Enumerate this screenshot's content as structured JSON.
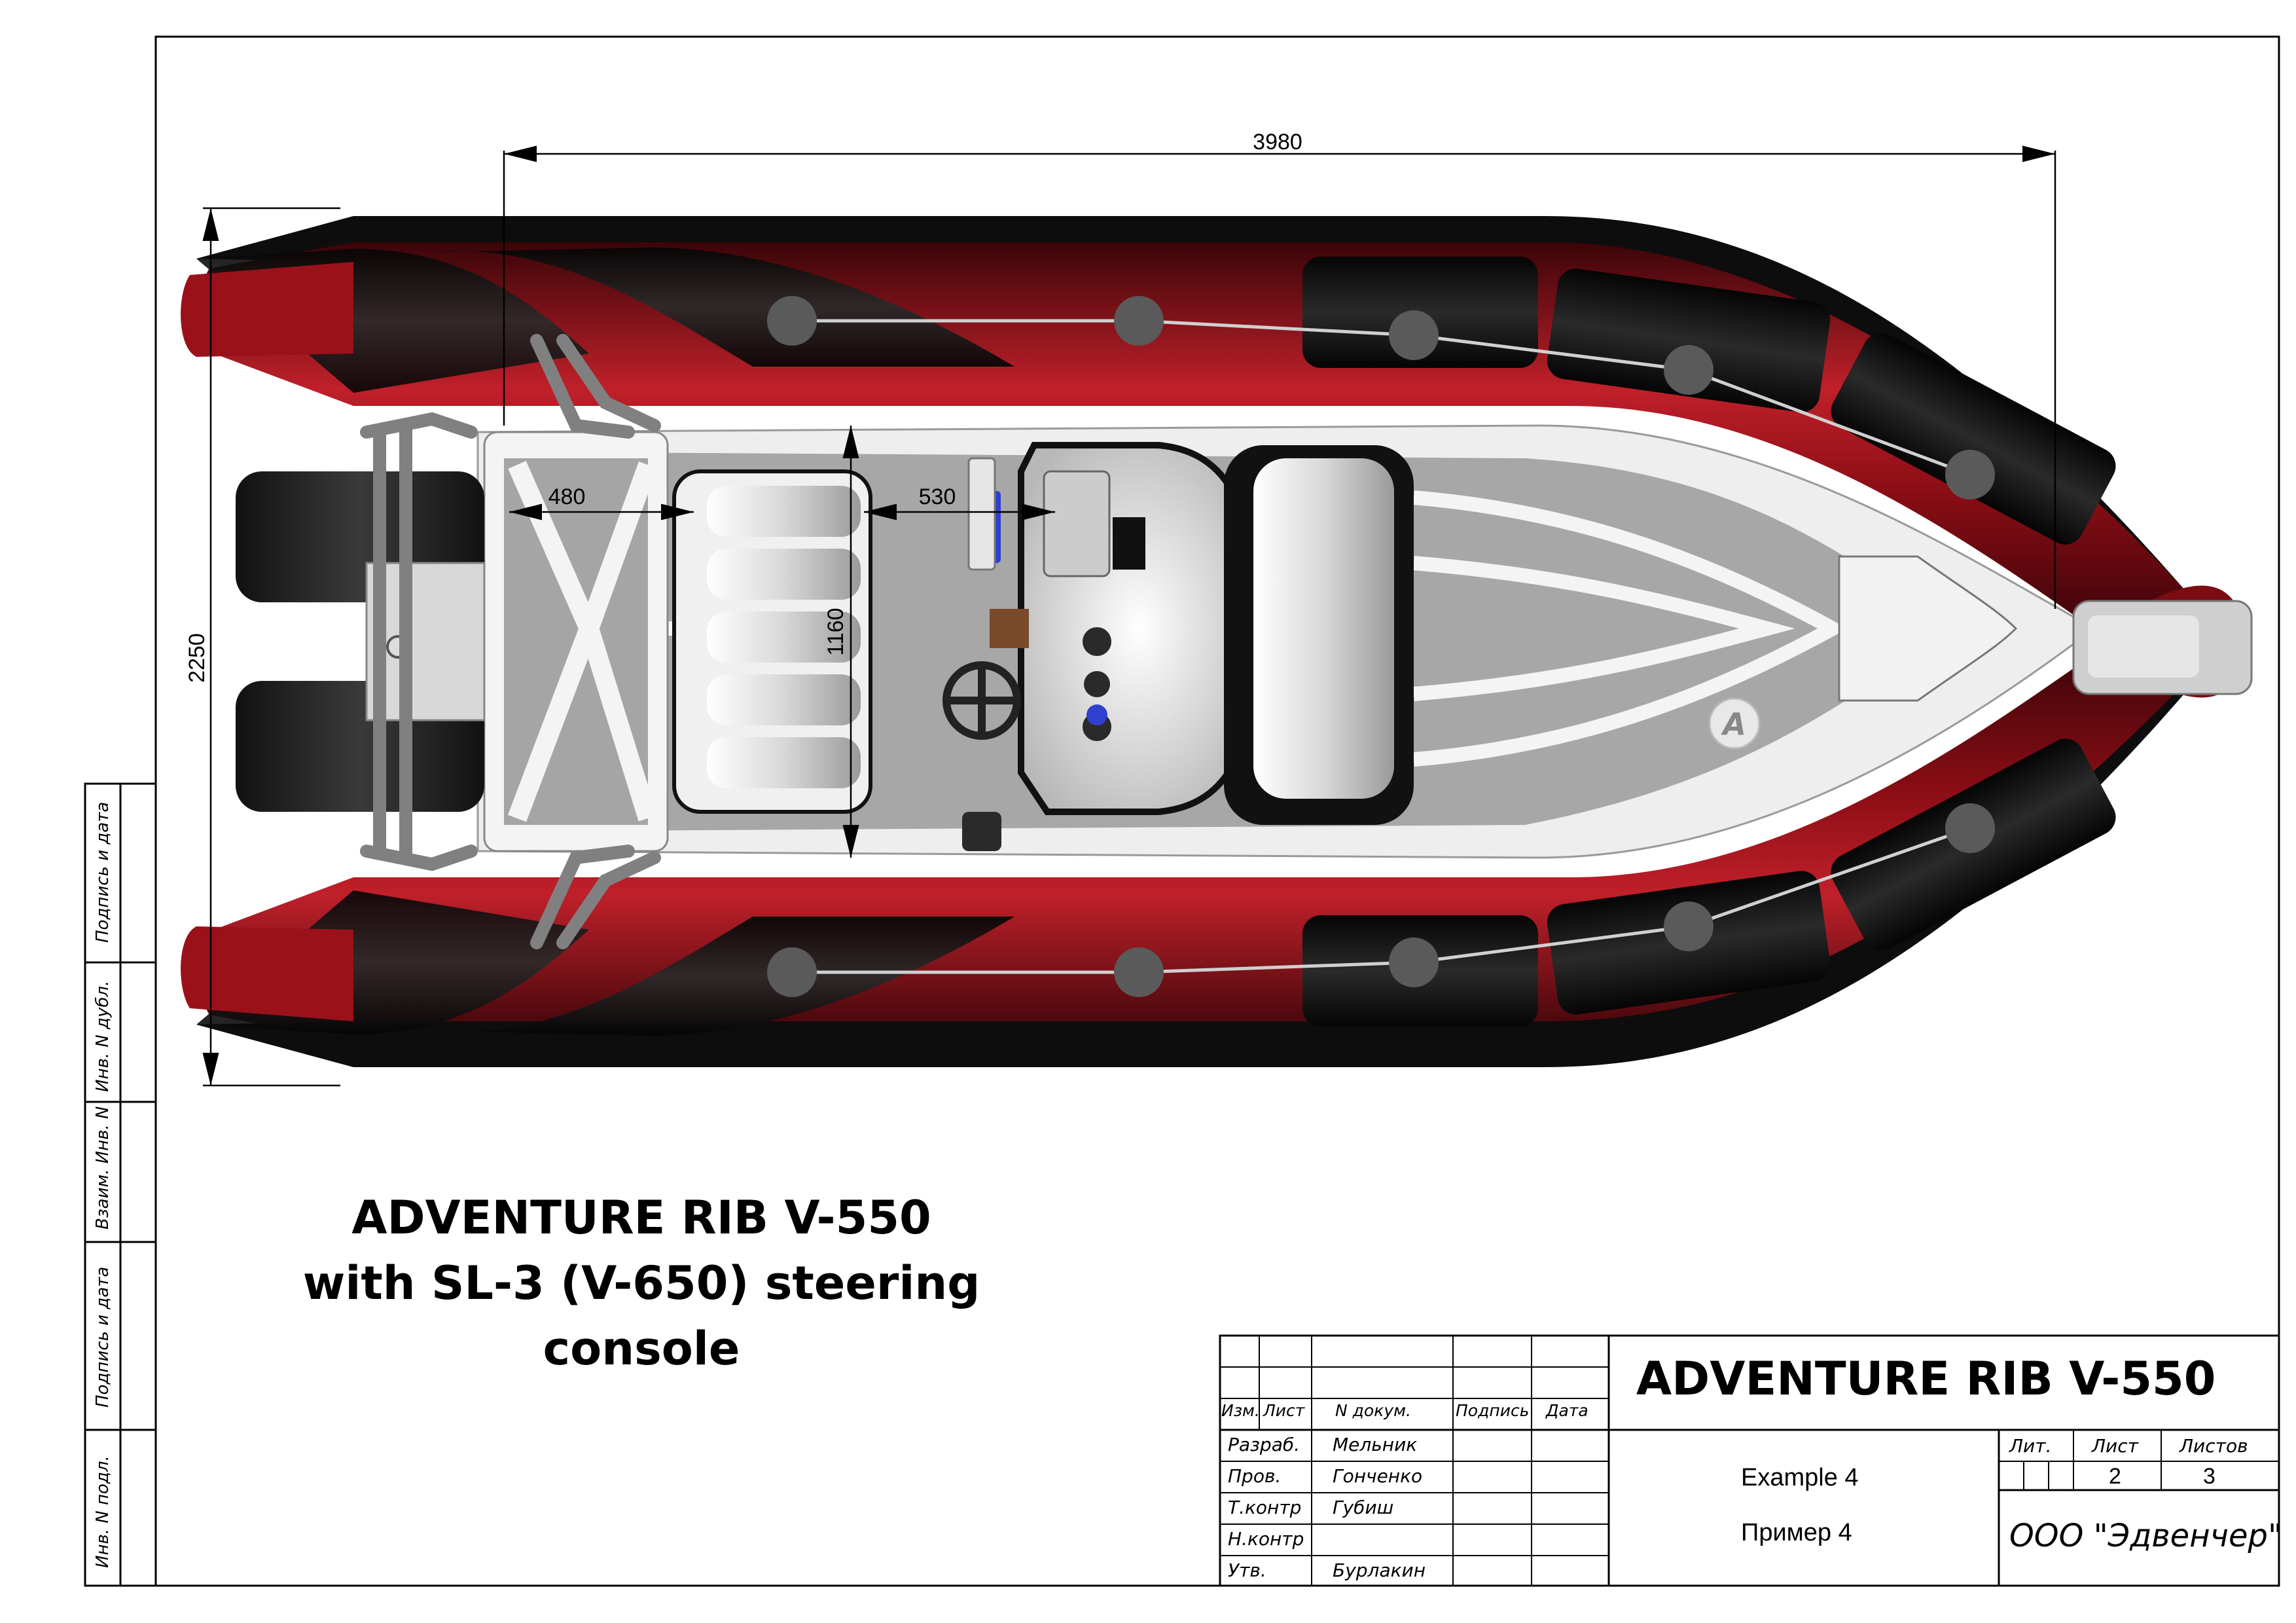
{
  "title": {
    "line1": "ADVENTURE RIB V-550",
    "line2": "with SL-3 (V-650) steering console"
  },
  "dimensions": {
    "length": "3980",
    "width": "2250",
    "aft_bench": "480",
    "console_gap": "530",
    "seat_width": "1160"
  },
  "side_stamp": {
    "sign_date_top": "Подпись и дата",
    "inv_dup": "Инв. N дубл.",
    "vzam_inv": "Взаим. Инв. N",
    "sign_date_bottom": "Подпись и дата",
    "inv_orig": "Инв. N подл."
  },
  "title_block": {
    "drawing_title": "ADVENTURE RIB V-550",
    "header": {
      "izm": "Изм.",
      "list": "Лист",
      "doc_no": "N докум.",
      "signature": "Подпись",
      "date": "Дата"
    },
    "roles": [
      {
        "role": "Разраб.",
        "name": "Мельник"
      },
      {
        "role": "Пров.",
        "name": "Гонченко"
      },
      {
        "role": "Т.контр",
        "name": "Губиш"
      },
      {
        "role": "Н.контр",
        "name": ""
      },
      {
        "role": "Утв.",
        "name": "Бурлакин"
      }
    ],
    "doc_name_en": "Example 4",
    "doc_name_ru": "Пример 4",
    "lit_label": "Лит.",
    "sheet_label": "Лист",
    "sheets_label": "Листов",
    "sheet": "2",
    "sheets": "3",
    "company": "ООО \"Эдвенчер\""
  },
  "colors": {
    "tube_red": "#8e1018",
    "tube_dark": "#140607",
    "deck_grey": "#a9a9a9",
    "hull_white": "#f2f2f2",
    "console_blue": "#2f3fd0"
  },
  "icons": {
    "logo": "adventure-a-logo",
    "steering_wheel": "steering-wheel-icon",
    "outboard_engine": "outboard-engine-icon"
  }
}
